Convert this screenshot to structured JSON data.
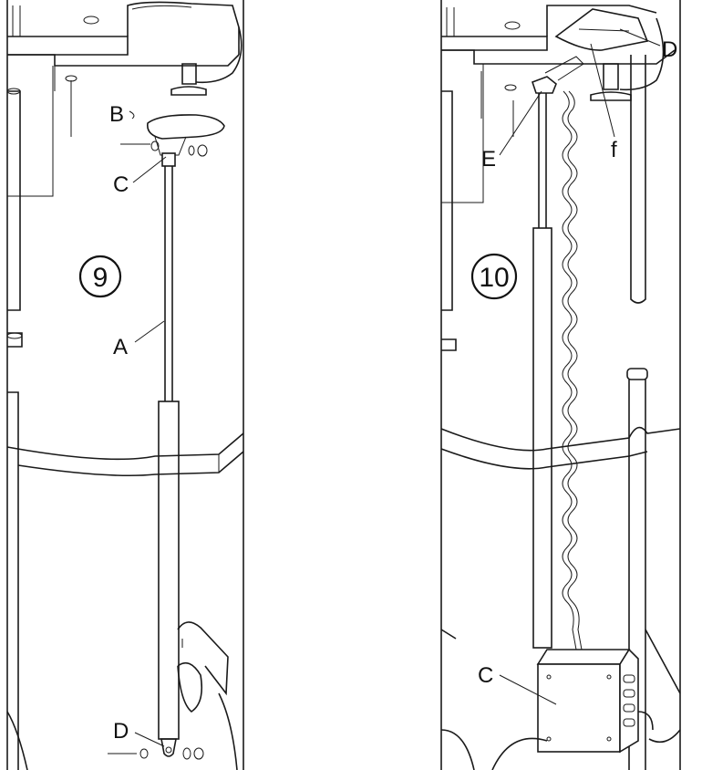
{
  "panels": [
    {
      "step": "9",
      "labels": {
        "A": "A",
        "B": "B",
        "C": "C",
        "D": "D"
      }
    },
    {
      "step": "10",
      "labels": {
        "C": "C",
        "D": "D",
        "E": "E",
        "f": "f"
      }
    }
  ]
}
